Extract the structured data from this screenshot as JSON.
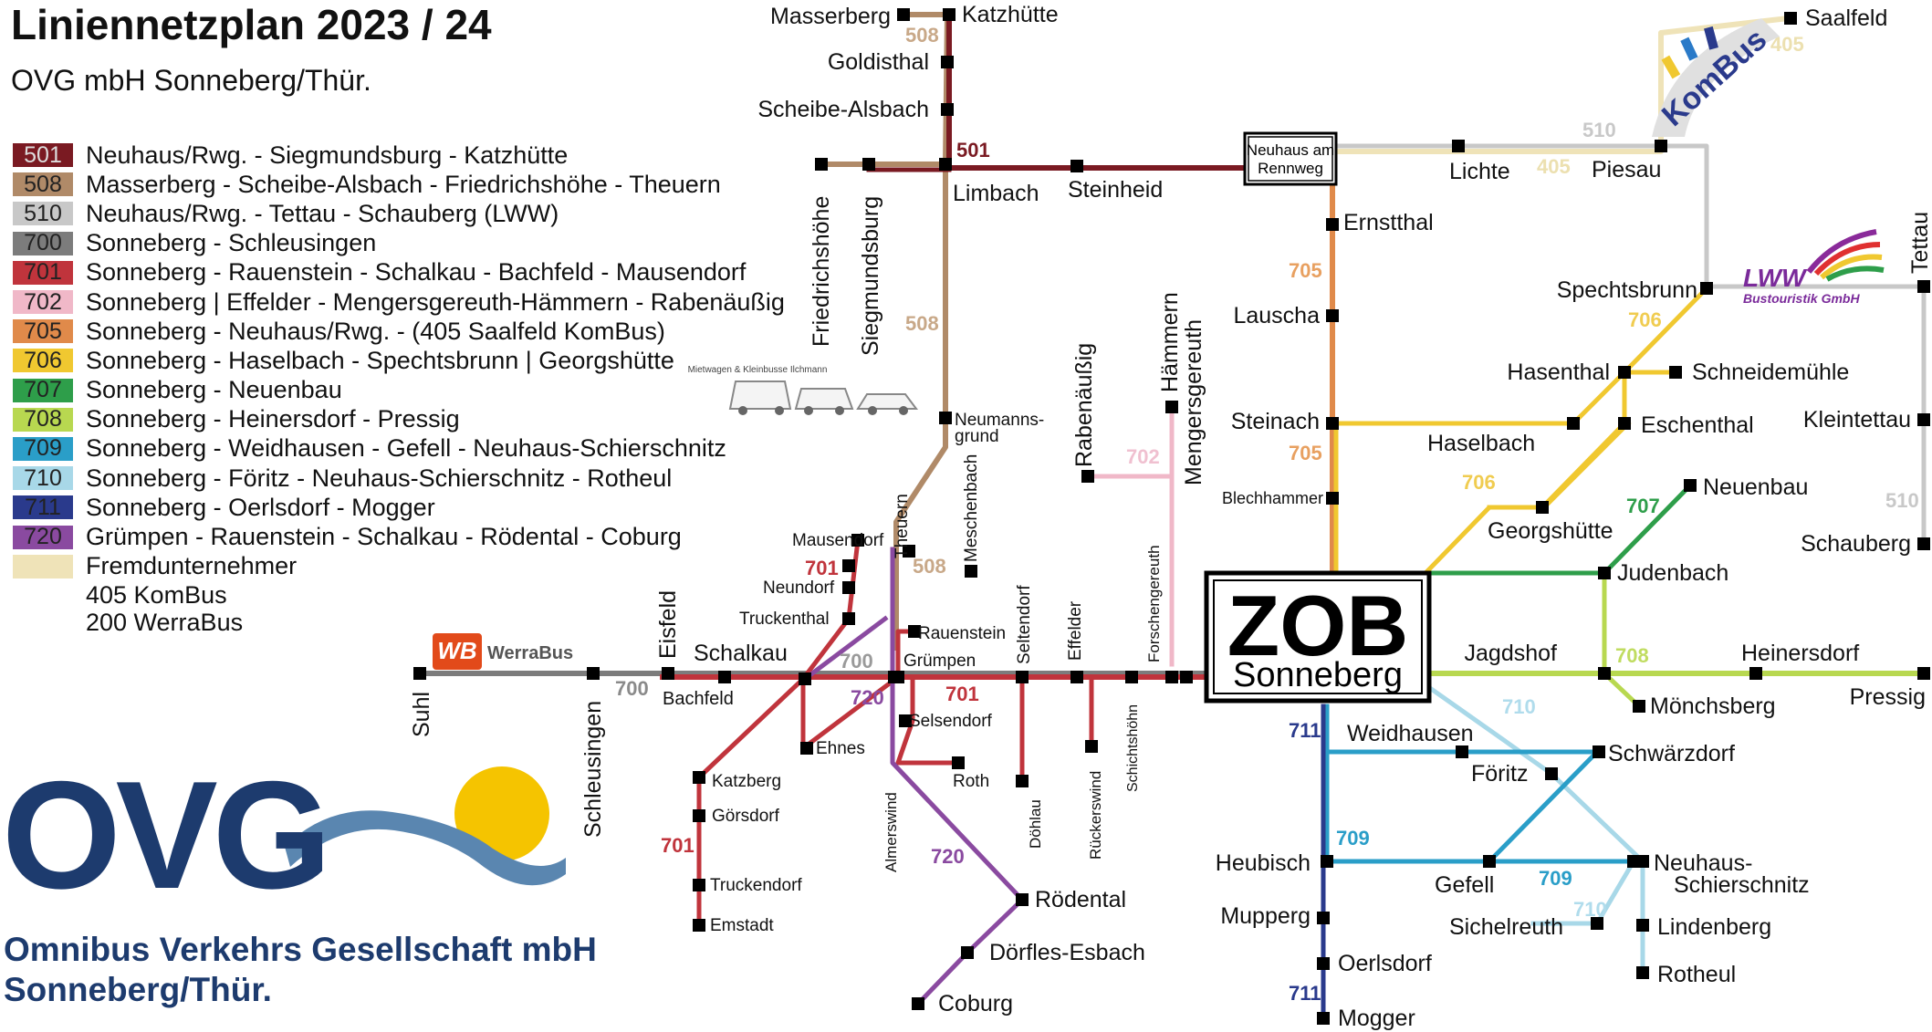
{
  "title": "Liniennetzplan 2023 / 24",
  "subtitle": "OVG mbH Sonneberg/Thür.",
  "legend": [
    {
      "line": "501",
      "color": "#7a1a22",
      "desc": "Neuhaus/Rwg. - Siegmundsburg - Katzhütte"
    },
    {
      "line": "508",
      "color": "#b08a68",
      "desc": "Masserberg - Scheibe-Alsbach - Friedrichshöhe - Theuern"
    },
    {
      "line": "510",
      "color": "#c8c8c8",
      "desc": "Neuhaus/Rwg. - Tettau - Schauberg (LWW)"
    },
    {
      "line": "700",
      "color": "#7c7c7c",
      "desc": "Sonneberg - Schleusingen"
    },
    {
      "line": "701",
      "color": "#c0343c",
      "desc": "Sonneberg - Rauenstein - Schalkau - Bachfeld - Mausendorf"
    },
    {
      "line": "702",
      "color": "#f0b8c8",
      "desc": "Sonneberg | Effelder - Mengersgereuth-Hämmern - Rabenäußig"
    },
    {
      "line": "705",
      "color": "#e08a4a",
      "desc": "Sonneberg - Neuhaus/Rwg. - (405 Saalfeld KomBus)"
    },
    {
      "line": "706",
      "color": "#f0c830",
      "desc": "Sonneberg - Haselbach - Spechtsbrunn | Georgshütte"
    },
    {
      "line": "707",
      "color": "#2e9e4a",
      "desc": "Sonneberg - Neuenbau"
    },
    {
      "line": "708",
      "color": "#b8d850",
      "desc": "Sonneberg - Heinersdorf - Pressig"
    },
    {
      "line": "709",
      "color": "#2a9ec8",
      "desc": "Sonneberg - Weidhausen - Gefell - Neuhaus-Schierschnitz"
    },
    {
      "line": "710",
      "color": "#a8d8e8",
      "desc": "Sonneberg - Föritz - Neuhaus-Schierschnitz - Rotheul"
    },
    {
      "line": "711",
      "color": "#2a3a8c",
      "desc": "Sonneberg - Oerlsdorf - Mogger"
    },
    {
      "line": "720",
      "color": "#8a4aa0",
      "desc": "Grümpen - Rauenstein - Schalkau - Rödental - Coburg"
    },
    {
      "line": "",
      "color": "#efe3b8",
      "desc": "Fremdunternehmer"
    }
  ],
  "legend_extra": [
    "405 KomBus",
    "200 WerraBus"
  ],
  "line_colors": {
    "501": "#7a1a22",
    "508": "#b08a68",
    "510": "#c8c8c8",
    "700": "#7c7c7c",
    "701": "#c0343c",
    "702": "#f0b8c8",
    "705": "#e08a4a",
    "706": "#f0c830",
    "707": "#2e9e4a",
    "708": "#b8d850",
    "709": "#2a9ec8",
    "710": "#a8d8e8",
    "711": "#2a3a8c",
    "720": "#8a4aa0",
    "405": "#efe3b8"
  },
  "zob": {
    "big": "ZOB",
    "small": "Sonneberg"
  },
  "neuhaus_box": {
    "line1": "Neuhaus am",
    "line2": "Rennweg"
  },
  "stops": {
    "masserberg": "Masserberg",
    "katzhuette": "Katzhütte",
    "goldisthal": "Goldisthal",
    "scheibe": "Scheibe-Alsbach",
    "limbach": "Limbach",
    "steinheid": "Steinheid",
    "friedrichshoehe": "Friedrichshöhe",
    "siegmundsburg": "Siegmundsburg",
    "neumannsgrund1": "Neumanns-",
    "neumannsgrund2": "grund",
    "rabenaeussig": "Rabenäußig",
    "haemmern": "Hämmern",
    "mengersgereuth": "Mengersgereuth",
    "ernstthal": "Ernstthal",
    "lauscha": "Lauscha",
    "steinach": "Steinach",
    "blechhammer": "Blechhammer",
    "lichte": "Lichte",
    "piesau": "Piesau",
    "saalfeld": "Saalfeld",
    "spechtsbrunn": "Spechtsbrunn",
    "tettau": "Tettau",
    "hasenthal": "Hasenthal",
    "schneidemuehle": "Schneidemühle",
    "haselbach": "Haselbach",
    "eschenthal": "Eschenthal",
    "kleintettau": "Kleintettau",
    "georgshuette": "Georgshütte",
    "neuenbau": "Neuenbau",
    "schauberg": "Schauberg",
    "judenbach": "Judenbach",
    "jagdshof": "Jagdshof",
    "heinersdorf": "Heinersdorf",
    "moenchsberg": "Mönchsberg",
    "pressig": "Pressig",
    "weidhausen": "Weidhausen",
    "schwaerzdorf": "Schwärzdorf",
    "foeritz": "Föritz",
    "heubisch": "Heubisch",
    "gefell": "Gefell",
    "schierschnitz1": "Neuhaus-",
    "schierschnitz2": "Schierschnitz",
    "mupperg": "Mupperg",
    "sichelreuth": "Sichelreuth",
    "lindenberg": "Lindenberg",
    "oerlsdorf": "Oerlsdorf",
    "rotheul": "Rotheul",
    "mogger": "Mogger",
    "suhl": "Suhl",
    "schleusingen": "Schleusingen",
    "eisfeld": "Eisfeld",
    "bachfeld": "Bachfeld",
    "schalkau": "Schalkau",
    "mausendorf": "Mausendorf",
    "neundorf": "Neundorf",
    "theuern": "Theuern",
    "meschenbach": "Meschenbach",
    "truckenthal": "Truckenthal",
    "rauenstein": "Rauenstein",
    "gruempen": "Grümpen",
    "seltendorf": "Seltendorf",
    "effelder": "Effelder",
    "forschengereuth": "Forschengereuth",
    "ehnes": "Ehnes",
    "selsendorf": "Selsendorf",
    "roth": "Roth",
    "katzberg": "Katzberg",
    "goersdorf": "Görsdorf",
    "truckendorf": "Truckendorf",
    "emstadt": "Emstadt",
    "almerswind": "Almerswind",
    "doehlau": "Döhlau",
    "rueckerswind": "Rückerswind",
    "schichtshoehn": "Schichtshöhn",
    "roedental": "Rödental",
    "doerfles": "Dörfles-Esbach",
    "coburg": "Coburg"
  },
  "line_labels": {
    "l508a": "508",
    "l501": "501",
    "l508b": "508",
    "l702": "702",
    "l705a": "705",
    "l705b": "705",
    "l510a": "510",
    "l405a": "405",
    "l405b": "405",
    "l706a": "706",
    "l706b": "706",
    "l707": "707",
    "l510b": "510",
    "l708": "708",
    "l710a": "710",
    "l711a": "711",
    "l709a": "709",
    "l709b": "709",
    "l710b": "710",
    "l711b": "711",
    "l700a": "700",
    "l700b": "700",
    "l701a": "701",
    "l701b": "701",
    "l701c": "701",
    "l508c": "508",
    "l720a": "720",
    "l720b": "720"
  },
  "partner_logos": {
    "kombus": "KomBus",
    "lww": "LWW",
    "lww_sub": "Bustouristik GmbH",
    "werrabus_badge": "WB",
    "werrabus": "WerraBus",
    "ilchmann": "Mietwagen & Kleinbusse Ilchmann"
  },
  "ovg_logo": {
    "letters": "OVG",
    "line1": "Omnibus Verkehrs Gesellschaft mbH",
    "line2": "Sonneberg/Thür."
  }
}
